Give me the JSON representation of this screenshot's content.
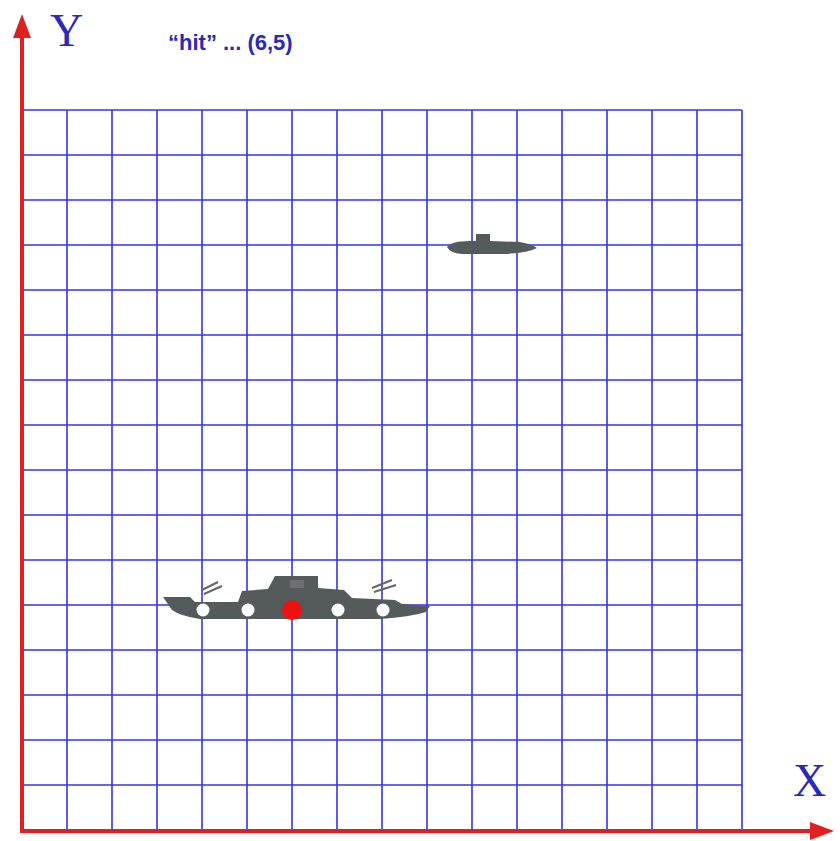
{
  "diagram": {
    "labels": [
      "Y",
      "“hit” ... (6,5)",
      "X"
    ]
  }
}
